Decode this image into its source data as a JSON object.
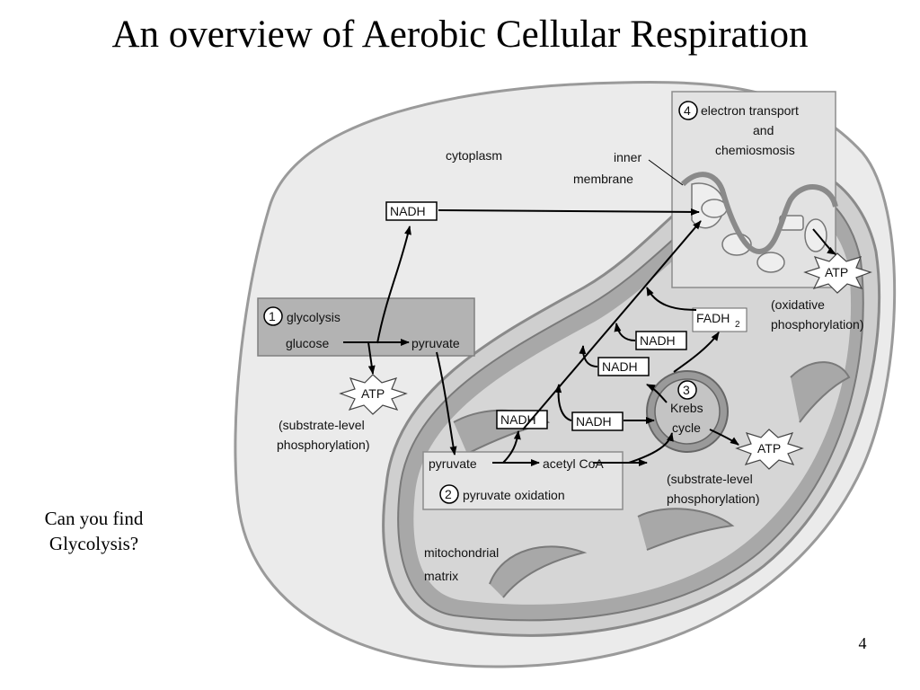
{
  "slide": {
    "title": "An overview of Aerobic Cellular Respiration",
    "question_line1": "Can you find",
    "question_line2": "Glycolysis?",
    "page_number": "4"
  },
  "diagram": {
    "cytoplasm": "cytoplasm",
    "inner_membrane_line1": "inner",
    "inner_membrane_line2": "membrane",
    "matrix_line1": "mitochondrial",
    "matrix_line2": "matrix",
    "stages": {
      "glycolysis": {
        "number": "1",
        "label": "glycolysis",
        "input": "glucose",
        "output": "pyruvate"
      },
      "pyruvate_oxidation": {
        "number": "2",
        "label": "pyruvate oxidation",
        "input": "pyruvate",
        "output": "acetyl CoA"
      },
      "krebs": {
        "number": "3",
        "label_line1": "Krebs",
        "label_line2": "cycle"
      },
      "etc": {
        "number": "4",
        "label_line1": "electron transport",
        "label_line2": "and",
        "label_line3": "chemiosmosis"
      }
    },
    "carriers": {
      "nadh": "NADH",
      "fadh2": "FADH",
      "fadh2_sub": "2",
      "atp": "ATP"
    },
    "notes": {
      "substrate_level_a1": "(substrate-level",
      "substrate_level_a2": "phosphorylation)",
      "substrate_level_b1": "(substrate-level",
      "substrate_level_b2": "phosphorylation)",
      "oxidative_1": "(oxidative",
      "oxidative_2": "phosphorylation)"
    }
  }
}
